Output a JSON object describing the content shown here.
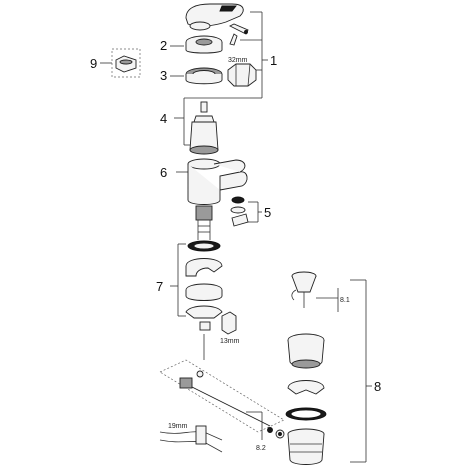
{
  "callouts": {
    "c1": "1",
    "c2": "2",
    "c3": "3",
    "c4": "4",
    "c5": "5",
    "c6": "6",
    "c7": "7",
    "c8": "8",
    "c8_1": "8.1",
    "c8_2": "8.2",
    "c9": "9"
  },
  "dimensions": {
    "wrench_32": "32mm",
    "wrench_13": "13mm",
    "wrench_19": "19mm"
  },
  "colors": {
    "line": "#222222",
    "fill_light": "#f4f4f4",
    "fill_mid": "#9a9a9a",
    "fill_black": "#1a1a1a"
  }
}
